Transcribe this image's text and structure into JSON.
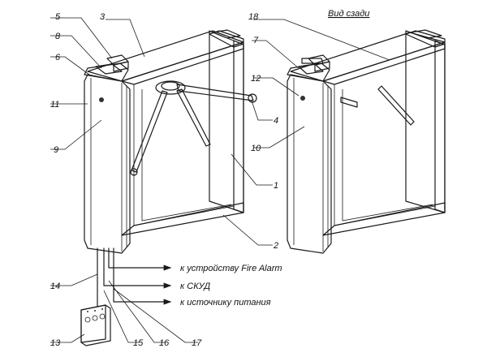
{
  "view_label": "Вид сзади",
  "callouts": [
    "1",
    "2",
    "3",
    "4",
    "5",
    "6",
    "7",
    "8",
    "9",
    "10",
    "11",
    "12",
    "13",
    "14",
    "15",
    "16",
    "17",
    "18"
  ],
  "connections": [
    "к устройству Fire Alarm",
    "к СКУД",
    "к источнику питания"
  ],
  "colors": {
    "line": "#1a1a1a",
    "housing_light": "#f4f4f4",
    "housing_mid": "#d8d8d8",
    "housing_dark": "#bdbdbd",
    "background": "#ffffff"
  }
}
